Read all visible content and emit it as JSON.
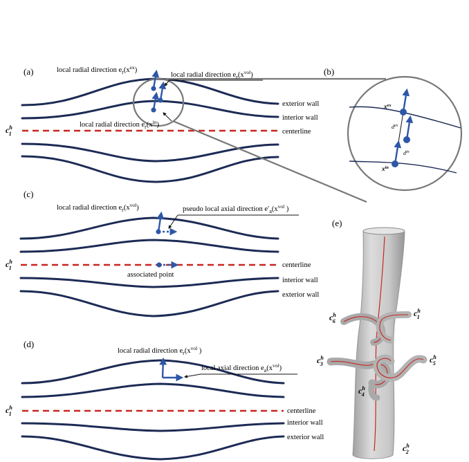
{
  "panels": {
    "a": "(a)",
    "b": "(b)",
    "c": "(c)",
    "d": "(d)",
    "e": "(e)"
  },
  "a": {
    "radial_ex": "local radial direction e",
    "radial_ex_sub": "r",
    "radial_ex_arg": "(x",
    "radial_ex_sup": "ex",
    "radial_ex_close": ")",
    "radial_vol": "local radial direction e",
    "radial_vol_sub": "r",
    "radial_vol_arg": "(x",
    "radial_vol_sup": "vol",
    "radial_vol_close": ")",
    "radial_in": "local radial direction e",
    "radial_in_sub": "r",
    "radial_in_arg": "(x",
    "radial_in_sup": "in",
    "radial_in_close": ")",
    "exterior": "exterior wall",
    "interior": "interior wall",
    "centerline": "centerline",
    "c1": "c",
    "c1_sub": "1",
    "c1_sup": "h"
  },
  "b": {
    "xex": "x",
    "xex_sup": "ex",
    "xin": "x",
    "xin_sup": "in",
    "dex": "d",
    "dex_sup": "ex",
    "din": "d",
    "din_sup": "in"
  },
  "c": {
    "radial": "local radial direction e",
    "radial_sub": "r",
    "radial_arg": "(x",
    "radial_sup": "vol",
    "radial_close": ")",
    "pseudo": "pseudo local axial direction e′",
    "pseudo_sub": "a",
    "pseudo_arg": "(x",
    "pseudo_sup": "vol",
    "pseudo_close": " )",
    "associated": "associated point",
    "centerline": "centerline",
    "interior": "interior wall",
    "exterior": "exterior wall",
    "c1": "c",
    "c1_sub": "1",
    "c1_sup": "h"
  },
  "d": {
    "radial": "local radial direction e",
    "radial_sub": "r",
    "radial_arg": "(x",
    "radial_sup": "vol",
    "radial_close": " )",
    "axial": "local  axial direction e",
    "axial_sub": "a",
    "axial_arg": "(x",
    "axial_sup": "vol",
    "axial_close": ")",
    "centerline": "centerline",
    "interior": "interior wall",
    "exterior": "exterior wall",
    "c1": "c",
    "c1_sub": "1",
    "c1_sup": "h"
  },
  "e": {
    "c1": "c",
    "c1_sub": "1",
    "c1_sup": "h",
    "c2": "c",
    "c2_sub": "2",
    "c2_sup": "h",
    "c3": "c",
    "c3_sub": "3",
    "c3_sup": "h",
    "c4": "c",
    "c4_sub": "4",
    "c4_sup": "h",
    "c5": "c",
    "c5_sub": "5",
    "c5_sup": "h",
    "c6": "c",
    "c6_sub": "6",
    "c6_sup": "h"
  },
  "colors": {
    "wall": "#1c2b55",
    "centerline": "#c8251f",
    "vector": "#2d57a6",
    "vessel": "#bdbdbd"
  }
}
